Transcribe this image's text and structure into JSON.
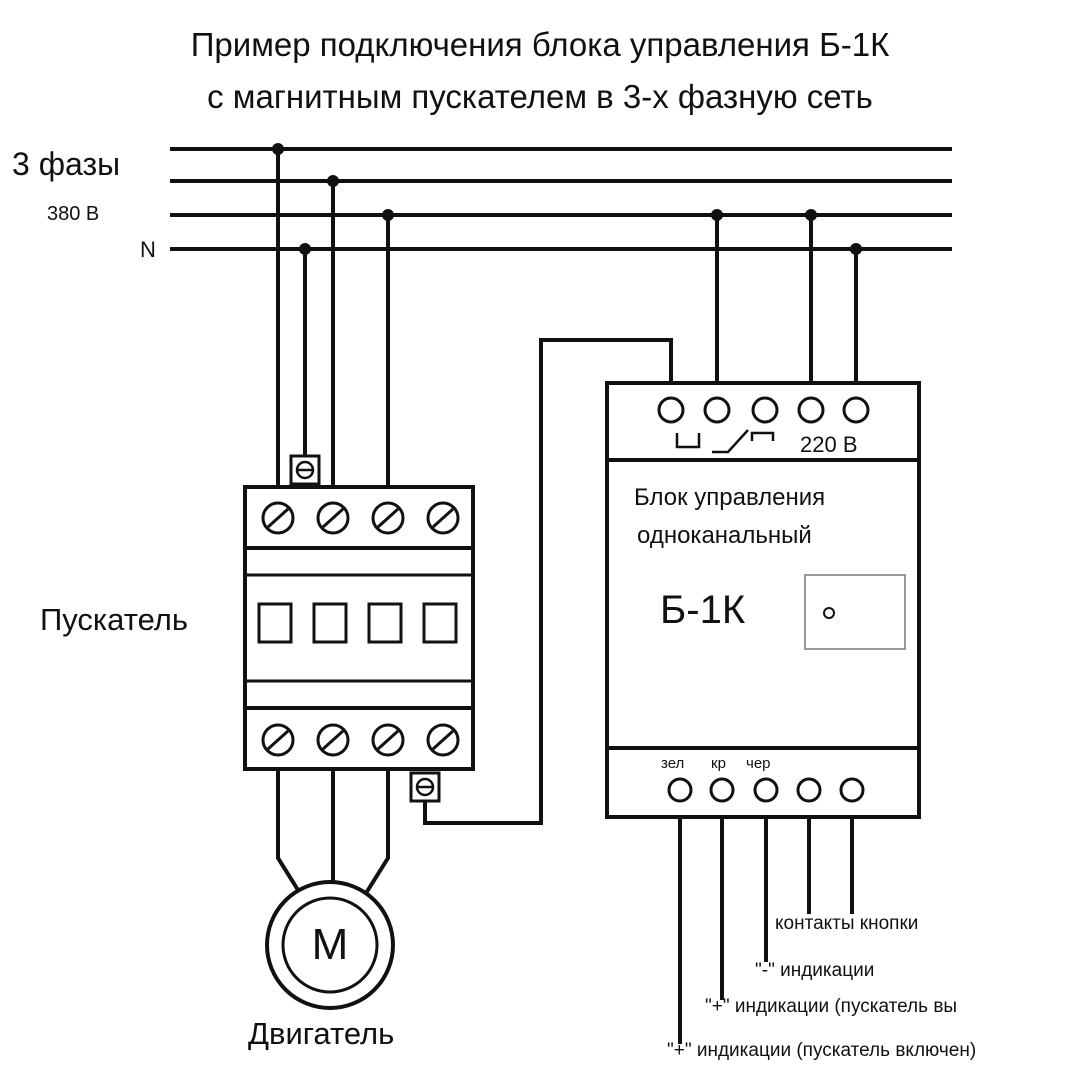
{
  "diagram": {
    "title_line1": "Пример подключения блока управления Б-1К",
    "title_line2": "с магнитным пускателем в 3-х фазную сеть",
    "supply": {
      "phases_label": "3 фазы",
      "voltage_label": "380 В",
      "neutral_label": "N"
    },
    "starter": {
      "label": "Пускатель"
    },
    "motor": {
      "label": "Двигатель",
      "symbol": "М"
    },
    "control_unit": {
      "relay_voltage_label": "220 В",
      "name_line1": "Блок управления",
      "name_line2": "одноканальный",
      "model": "Б-1К",
      "terminal_labels": [
        "зел",
        "кр",
        "чер"
      ]
    },
    "callouts": {
      "button_contacts": "контакты кнопки",
      "indication_minus": "\"-\" индикации",
      "indication_plus_off": "\"+\" индикации (пускатель вы",
      "indication_plus_on": "\"+\" индикации (пускатель включен)"
    }
  }
}
